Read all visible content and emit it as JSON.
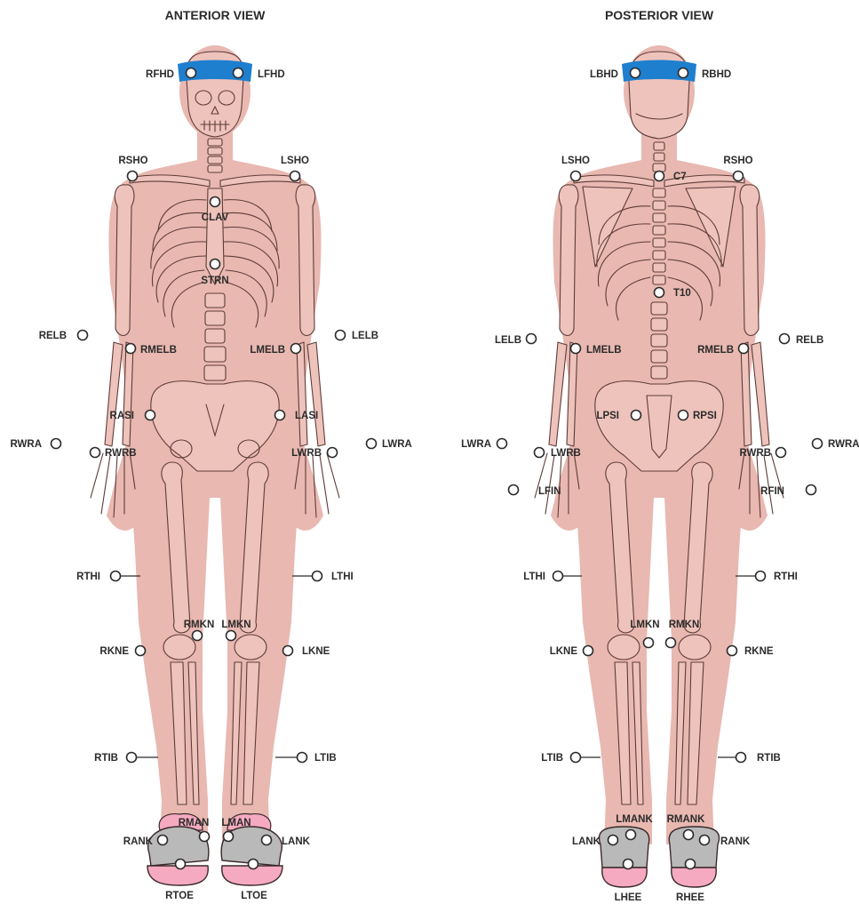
{
  "views": [
    {
      "key": "anterior",
      "title": "ANTERIOR VIEW",
      "markers": [
        {
          "label": "RFHD"
        },
        {
          "label": "LFHD"
        },
        {
          "label": "RSHO"
        },
        {
          "label": "LSHO"
        },
        {
          "label": "CLAV"
        },
        {
          "label": "STRN"
        },
        {
          "label": "RELB"
        },
        {
          "label": "RMELB"
        },
        {
          "label": "LMELB"
        },
        {
          "label": "LELB"
        },
        {
          "label": "RASI"
        },
        {
          "label": "LASI"
        },
        {
          "label": "RWRA"
        },
        {
          "label": "RWRB"
        },
        {
          "label": "LWRB"
        },
        {
          "label": "LWRA"
        },
        {
          "label": "RTHI"
        },
        {
          "label": "LTHI"
        },
        {
          "label": "RMKN"
        },
        {
          "label": "LMKN"
        },
        {
          "label": "RKNE"
        },
        {
          "label": "LKNE"
        },
        {
          "label": "RTIB"
        },
        {
          "label": "LTIB"
        },
        {
          "label": "RMAN"
        },
        {
          "label": "LMAN"
        },
        {
          "label": "RANK"
        },
        {
          "label": "LANK"
        },
        {
          "label": "RTOE"
        },
        {
          "label": "LTOE"
        }
      ]
    },
    {
      "key": "posterior",
      "title": "POSTERIOR VIEW",
      "markers": [
        {
          "label": "LBHD"
        },
        {
          "label": "RBHD"
        },
        {
          "label": "LSHO"
        },
        {
          "label": "C7"
        },
        {
          "label": "RSHO"
        },
        {
          "label": "T10"
        },
        {
          "label": "LELB"
        },
        {
          "label": "LMELB"
        },
        {
          "label": "RMELB"
        },
        {
          "label": "RELB"
        },
        {
          "label": "LPSI"
        },
        {
          "label": "RPSI"
        },
        {
          "label": "LWRA"
        },
        {
          "label": "LWRB"
        },
        {
          "label": "RWRB"
        },
        {
          "label": "RWRA"
        },
        {
          "label": "LFIN"
        },
        {
          "label": "RFIN"
        },
        {
          "label": "LTHI"
        },
        {
          "label": "RTHI"
        },
        {
          "label": "LMKN"
        },
        {
          "label": "RMKN"
        },
        {
          "label": "LKNE"
        },
        {
          "label": "RKNE"
        },
        {
          "label": "LTIB"
        },
        {
          "label": "RTIB"
        },
        {
          "label": "LMANK"
        },
        {
          "label": "RMANK"
        },
        {
          "label": "LANK"
        },
        {
          "label": "RANK"
        },
        {
          "label": "LHEE"
        },
        {
          "label": "RHEE"
        }
      ]
    }
  ],
  "colors": {
    "skin": "#e8b8b1",
    "bone": "#eec3bc",
    "outline": "#5e3c38",
    "headband": "#1f7fcf",
    "shoe_accent": "#f5aac2",
    "shoe_body": "#b9b9b9",
    "text": "#2b2b2b"
  }
}
